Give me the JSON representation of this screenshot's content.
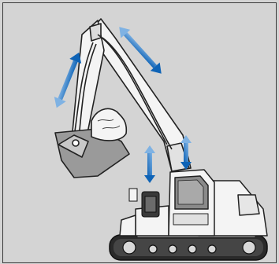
{
  "diagram": {
    "subject": "excavator",
    "background_color": "#d4d4d4",
    "body_color": "#f4f4f4",
    "outline_color": "#222222",
    "arrow_colors": [
      "#0e63b6",
      "#7fb2e3"
    ],
    "indicators": [
      {
        "name": "arm-cylinder-motion",
        "direction": "bidirectional"
      },
      {
        "name": "bucket-cylinder-motion",
        "direction": "bidirectional"
      },
      {
        "name": "boom-cylinder-motion",
        "direction": "bidirectional"
      },
      {
        "name": "boom-base-motion",
        "direction": "bidirectional"
      }
    ]
  }
}
